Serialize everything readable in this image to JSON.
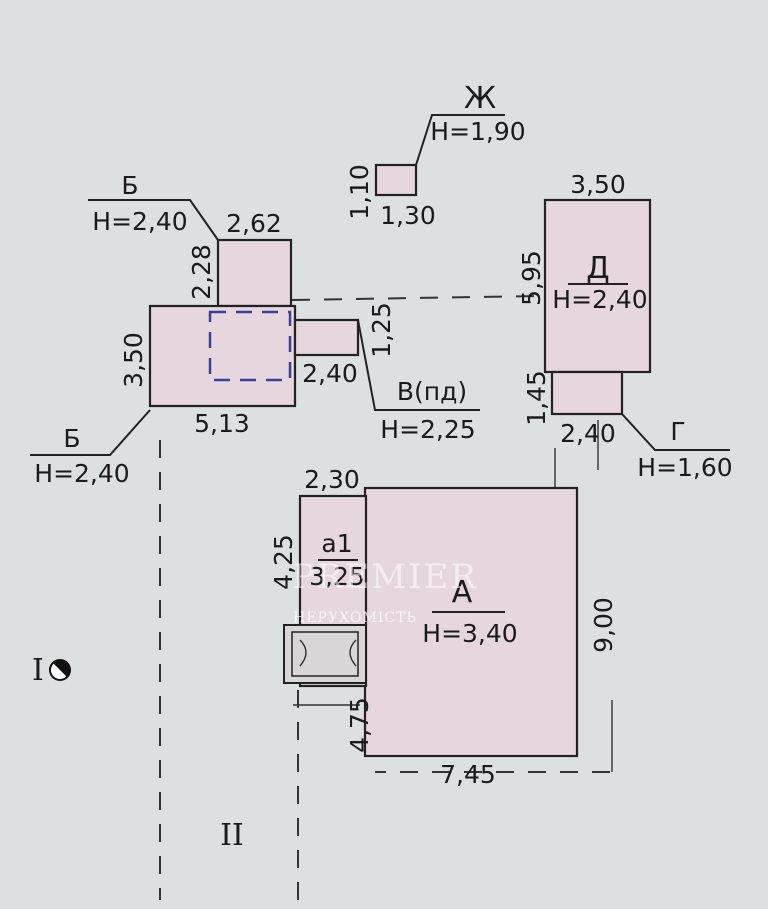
{
  "buildings": {
    "A": {
      "letter": "А",
      "height": "H=3,40",
      "width": "7,45",
      "depth": "9,00",
      "left_dim": "4,75"
    },
    "a1": {
      "letter": "а1",
      "dim_side": "4,25",
      "dim_small": "3,25",
      "dim_top": "2,30"
    },
    "B_main": {
      "letter": "Б",
      "height": "H=2,40",
      "dim_left": "3,50",
      "dim_bottom": "5,13"
    },
    "B_top": {
      "letter": "Б",
      "height": "H=2,40",
      "dim_top": "2,62",
      "dim_side": "2,28"
    },
    "V": {
      "letter": "В(пд)",
      "height": "H=2,25",
      "dim_side": "1,25",
      "dim_bottom": "2,40"
    },
    "D": {
      "letter": "Д",
      "height": "H=2,40",
      "dim_top": "3,50",
      "dim_side": "5,95"
    },
    "G": {
      "letter": "Г",
      "height": "H=1,60",
      "dim_side": "1,45",
      "dim_bottom": "2,40"
    },
    "Zh": {
      "letter": "Ж",
      "height": "H=1,90",
      "dim_side": "1,10",
      "dim_bottom": "1,30"
    }
  },
  "lot_labels": {
    "one": "I",
    "two": "II"
  },
  "watermark": {
    "brand": "PREMIER",
    "subtitle": "НЕРУХОМІСТЬ"
  }
}
